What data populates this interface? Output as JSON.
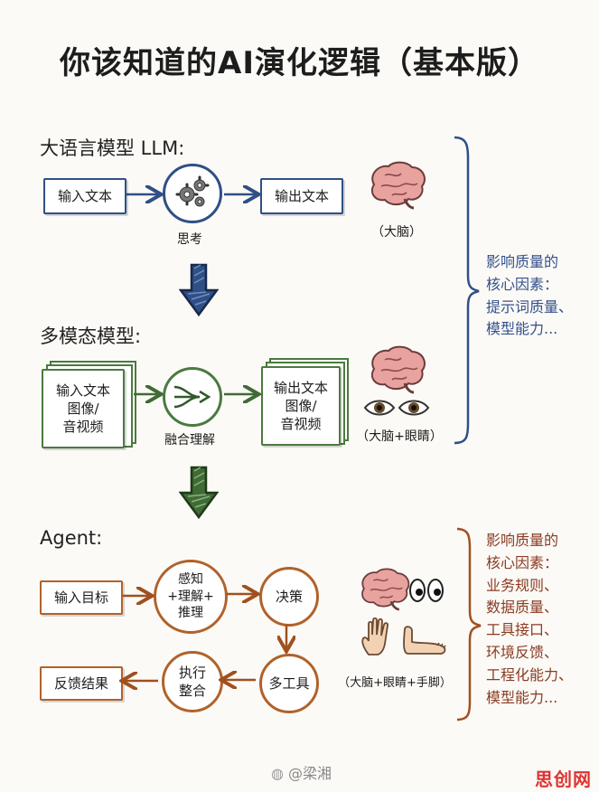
{
  "title": "你该知道的AI演化逻辑（基本版）",
  "llm": {
    "heading": "大语言模型 LLM:",
    "input": "输入文本",
    "process": "思考",
    "output": "输出文本",
    "organ": "（大脑）"
  },
  "multimodal": {
    "heading": "多模态模型:",
    "input": [
      "输入文本",
      "图像/",
      "音视频"
    ],
    "process": "融合理解",
    "output": [
      "输出文本",
      "图像/",
      "音视频"
    ],
    "organ": "（大脑+眼睛）"
  },
  "agent": {
    "heading": "Agent:",
    "input": "输入目标",
    "perceive": [
      "感知",
      "+理解+",
      "推理"
    ],
    "decide": "决策",
    "tools": "多工具",
    "execute": [
      "执行",
      "整合"
    ],
    "result": "反馈结果",
    "organ": "（大脑+眼睛+手脚）"
  },
  "note_top": [
    "影响质量的",
    "核心因素：",
    "提示词质量、",
    "模型能力..."
  ],
  "note_bottom": [
    "影响质量的",
    "核心因素：",
    "业务规则、",
    "数据质量、",
    "工具接口、",
    "环境反馈、",
    "工程化能力、",
    "模型能力..."
  ],
  "watermark": "@梁湘",
  "logo": "思创网",
  "colors": {
    "blue": "#2f4f86",
    "green": "#4a7a3f",
    "orange": "#b0622a",
    "note_blue": "#34508c",
    "note_red": "#8b3b22"
  }
}
